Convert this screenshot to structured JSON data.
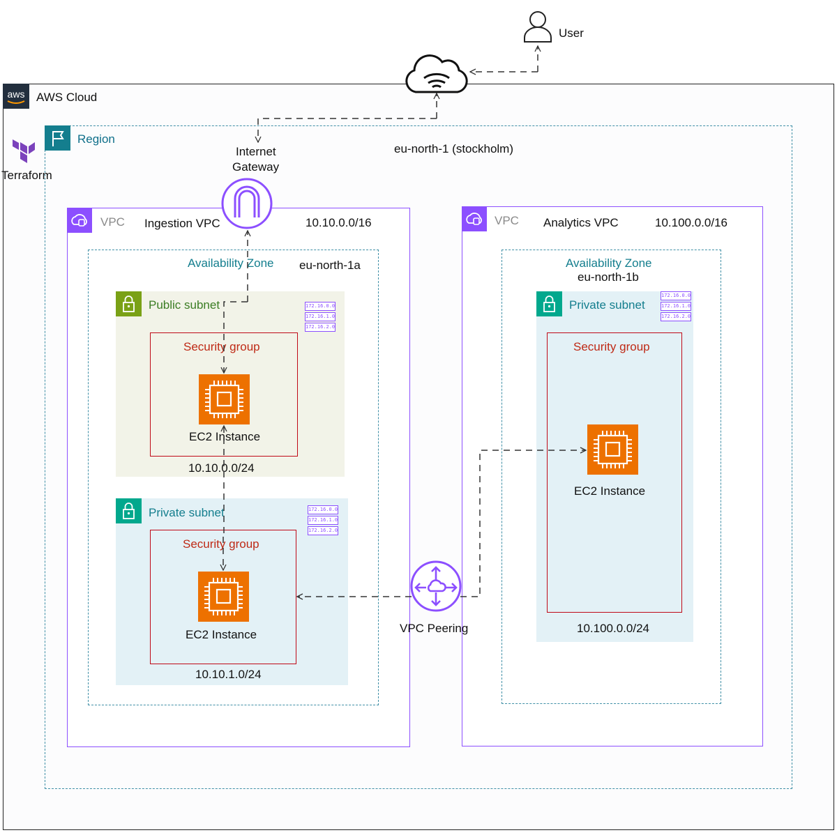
{
  "user": {
    "label": "User",
    "icon": "user-icon"
  },
  "internet": {
    "icon": "internet-cloud-icon"
  },
  "aws_cloud": {
    "label": "AWS Cloud",
    "logo_text": "aws"
  },
  "terraform": {
    "label": "Terraform",
    "icon": "terraform-logo-icon"
  },
  "region": {
    "label": "Region",
    "name": "eu-north-1 (stockholm)"
  },
  "internet_gateway": {
    "label_line1": "Internet",
    "label_line2": "Gateway",
    "icon": "internet-gateway-icon"
  },
  "ingestion_vpc": {
    "tag": "VPC",
    "name": "Ingestion VPC",
    "cidr": "10.10.0.0/16",
    "az": {
      "label": "Availability Zone",
      "name": "eu-north-1a"
    },
    "public_subnet": {
      "label": "Public subnet",
      "cidr": "10.10.0.0/24",
      "ranges": [
        "172.16.0.0",
        "172.16.1.0",
        "172.16.2.0"
      ],
      "security_group": "Security group",
      "instance": "EC2 Instance"
    },
    "private_subnet": {
      "label": "Private subnet",
      "cidr": "10.10.1.0/24",
      "ranges": [
        "172.16.0.0",
        "172.16.1.0",
        "172.16.2.0"
      ],
      "security_group": "Security group",
      "instance": "EC2 Instance"
    }
  },
  "analytics_vpc": {
    "tag": "VPC",
    "name": "Analytics VPC",
    "cidr": "10.100.0.0/16",
    "az": {
      "label": "Availability Zone",
      "name": "eu-north-1b"
    },
    "private_subnet": {
      "label": "Private subnet",
      "cidr": "10.100.0.0/24",
      "ranges": [
        "172.16.0.0",
        "172.16.1.0",
        "172.16.2.0"
      ],
      "security_group": "Security group",
      "instance": "EC2 Instance"
    }
  },
  "vpc_peering": {
    "label": "VPC Peering",
    "icon": "vpc-peering-icon"
  },
  "colors": {
    "vpc_border": "#8c4fff",
    "region_border": "#3f8fa6",
    "public_subnet_bg": "#f2f3e8",
    "private_subnet_bg": "#e3f1f6",
    "security_group_border": "#bf0816",
    "ec2_orange": "#ed7100",
    "public_subnet_badge": "#7aa116",
    "private_subnet_badge": "#01a88d"
  }
}
